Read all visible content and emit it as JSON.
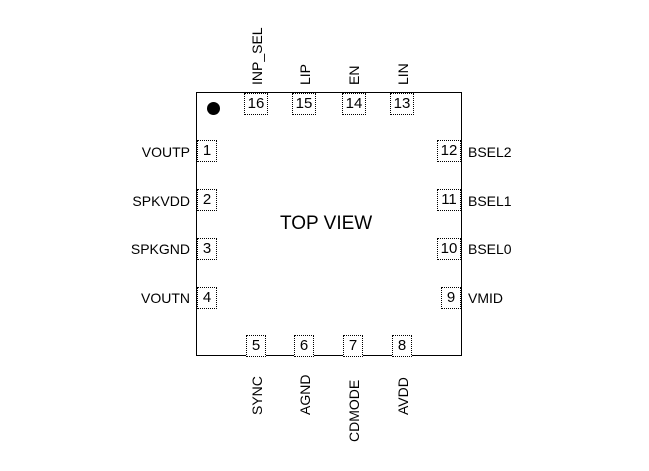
{
  "center_label": "TOP VIEW",
  "pins": {
    "p1": {
      "num": "1",
      "name": "VOUTP"
    },
    "p2": {
      "num": "2",
      "name": "SPKVDD"
    },
    "p3": {
      "num": "3",
      "name": "SPKGND"
    },
    "p4": {
      "num": "4",
      "name": "VOUTN"
    },
    "p5": {
      "num": "5",
      "name": "SYNC"
    },
    "p6": {
      "num": "6",
      "name": "AGND"
    },
    "p7": {
      "num": "7",
      "name": "CDMODE"
    },
    "p8": {
      "num": "8",
      "name": "AVDD"
    },
    "p9": {
      "num": "9",
      "name": "VMID"
    },
    "p10": {
      "num": "10",
      "name": "BSEL0"
    },
    "p11": {
      "num": "11",
      "name": "BSEL1"
    },
    "p12": {
      "num": "12",
      "name": "BSEL2"
    },
    "p13": {
      "num": "13",
      "name": "LIN"
    },
    "p14": {
      "num": "14",
      "name": "EN"
    },
    "p15": {
      "num": "15",
      "name": "LIP"
    },
    "p16": {
      "num": "16",
      "name": "INP_SEL"
    }
  }
}
